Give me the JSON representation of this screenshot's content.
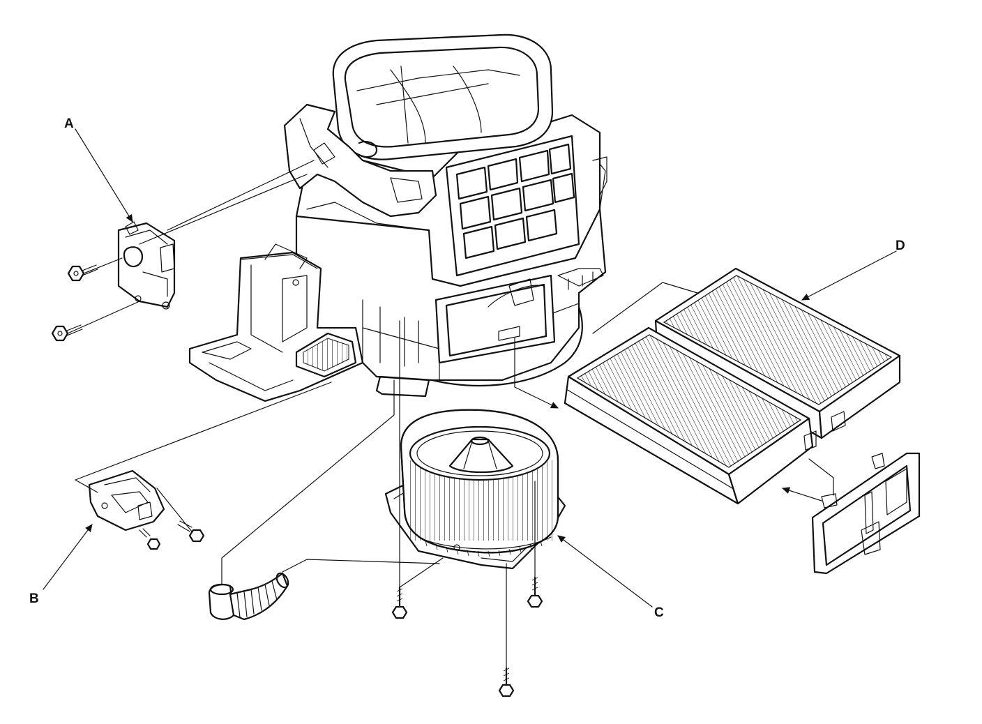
{
  "callouts": {
    "A": "A",
    "B": "B",
    "C": "C",
    "D": "D"
  },
  "colors": {
    "ink": "#111111",
    "background": "#ffffff"
  }
}
